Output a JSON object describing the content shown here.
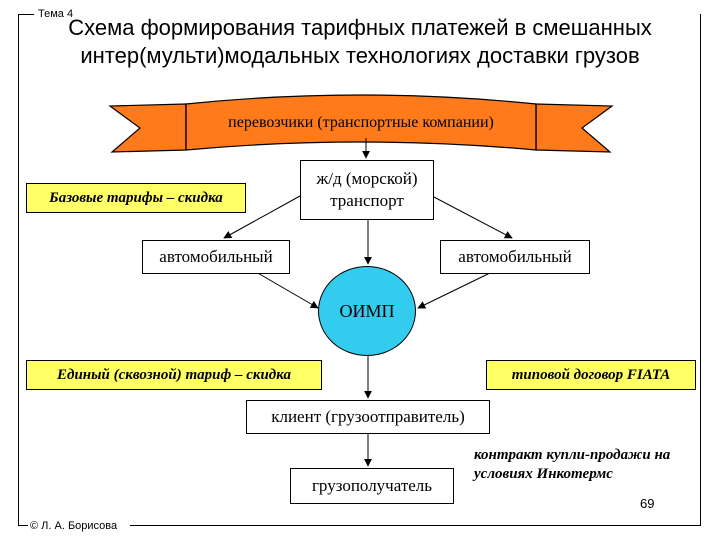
{
  "header": {
    "topic": "Тема 4",
    "title": "Схема формирования тарифных платежей в смешанных интер(мульти)модальных технологиях доставки грузов"
  },
  "diagram": {
    "banner": "перевозчики (транспортные компании)",
    "base_tariffs": "Базовые тарифы – скидка",
    "rail_sea": "ж/д (морской) транспорт",
    "auto_left": "автомобильный",
    "auto_right": "автомобильный",
    "oimp": "ОИМП",
    "single_tariff": "Единый (сквозной) тариф – скидка",
    "fiata": "типовой договор FIATA",
    "client": "клиент (грузоотправитель)",
    "consignee": "грузополучатель",
    "contract": "контракт купли-продажи на условиях Инкотермс"
  },
  "footer": {
    "page_number": "69",
    "author": "© Л. А. Борисова"
  },
  "colors": {
    "banner_fill": "#ff7a1a",
    "yellow_box": "#ffff66",
    "circle_fill": "#33ccee"
  }
}
